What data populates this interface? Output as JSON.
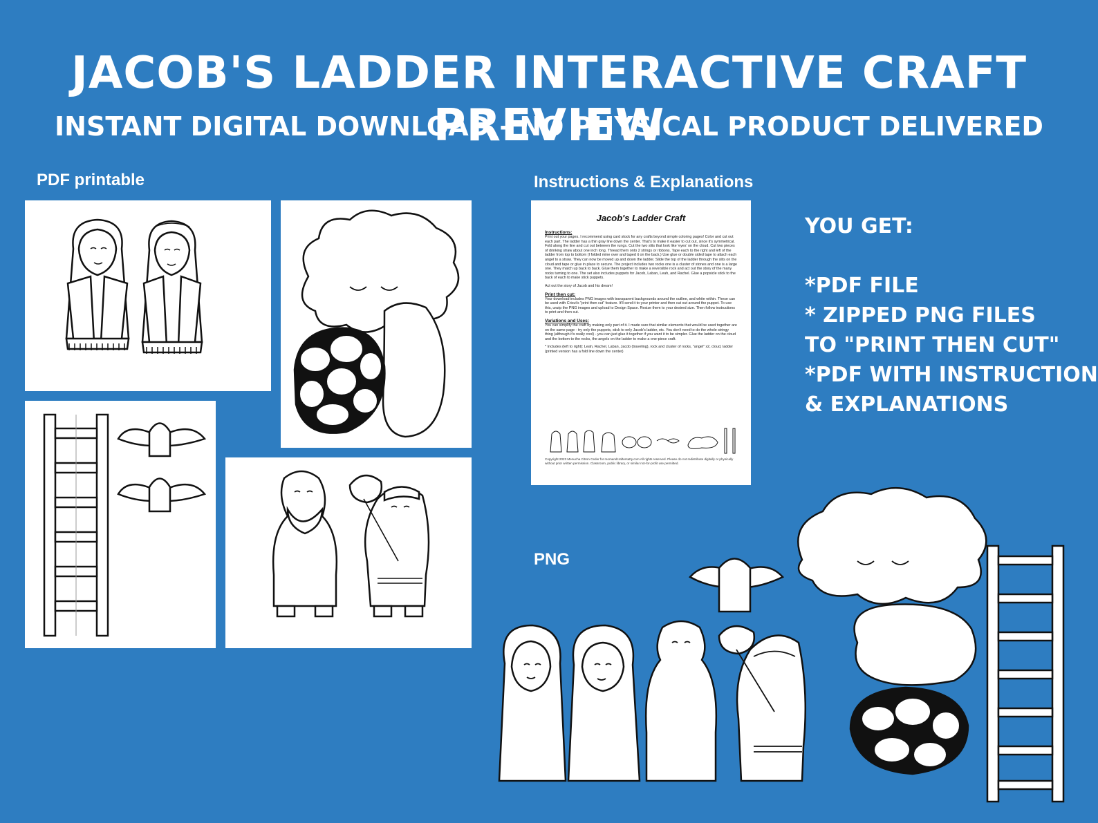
{
  "header": {
    "title": "Jacob's Ladder Interactive Craft Preview",
    "subtitle": "Instant Digital Download - No Physical Product Delivered"
  },
  "sections": {
    "pdf_label": "PDF printable",
    "instructions_label": "Instructions & Explanations",
    "png_label": "PNG"
  },
  "document": {
    "title": "Jacob's Ladder Craft",
    "instructions_heading": "Instructions:",
    "instructions_text": "Print out your pages. I recommend using card stock for any crafts beyond simple coloring pages! Color and cut out each part. The ladder has a thin gray line down the center. That's to make it easier to cut out, since it's symmetrical. Fold along the line and cut out between the rungs. Cut the two slits that look like 'eyes' on the cloud. Cut two pieces of drinking straw about one inch long. Thread them onto 2 strings or ribbons. Tape each to the right and left of the ladder from top to bottom (I folded mine over and taped it on the back.) Use glue or double sided tape to attach each angel to a straw. They can now be moved up and down the ladder. Slide the top of the ladder through the slits on the cloud and tape or glue in place to secure. The project includes two rocks one is a cluster of stones and one is a large one. They match up back to back. Glue them together to make a reversible rock and act out the story of the many rocks turning to one. The set also includes puppets for Jacob, Laban, Leah, and Rachel. Glue a popsicle stick to the back of each to make stick puppets.",
    "act_out": "Act out the story of Jacob and his dream!",
    "print_cut_heading": "Print then cut:",
    "print_cut_text": "Your download includes PNG images with transparent backgrounds around the outline, and white within. These can be used with Cricut's \"print then cut\" feature. It'll send it to your printer and then cut out around the puppet. To use this, unzip the PNG images and upload to Design Space. Resize them to your desired size. Then follow instructions to print and then cut.",
    "variations_heading": "Variations and Uses:",
    "variations_text": "You can simplify the craft by making only part of it. I made sure that similar elements that would be used together are on the same page - try only the puppets, stick to only Jacob's ladder, etc. You don't need to do the whole stringy thing (although it's really cool) - you can just glue it together if you want it to be simpler. Glue the ladder on the cloud and the bottom to the rocks, the angels on the ladder to make a one-piece craft.",
    "includes_text": "* Includes (left to right): Leah, Rachel, Laban, Jacob (traveling), rock and cluster of rocks, \"angel\" x2, cloud, ladder (printed version has a fold line down the center)",
    "copyright": "Copyright 2023 Menucha Citron Ceder for momandcraftersatty.com All rights reserved. Please do not redistribute digitally or physically without prior written permission. Classroom, public library, or similar not-for-profit use permitted."
  },
  "you_get": {
    "heading": "You get:",
    "items": [
      "*PDF file",
      "* Zipped PNG files",
      " to \"print then cut\"",
      "*PDF with instructions",
      " & explanations"
    ]
  },
  "colors": {
    "background": "#2e7dc1",
    "panel": "#ffffff",
    "ink": "#111111"
  }
}
